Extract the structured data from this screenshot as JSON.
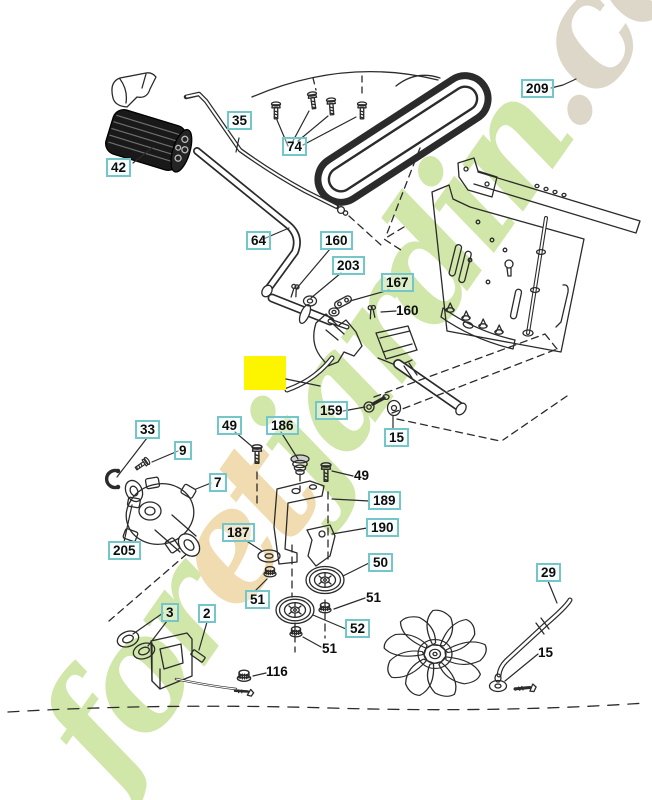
{
  "page": {
    "background": "#ffffff"
  },
  "watermark": {
    "text": "foretjardin.com",
    "segments": [
      {
        "text": "for",
        "color": "#cde4a0"
      },
      {
        "text": "et",
        "color": "#f0d8a8"
      },
      {
        "text": "jardin",
        "color": "#cde4a0"
      },
      {
        "text": ".com",
        "color": "#d9d3c3"
      }
    ]
  },
  "diagram": {
    "type": "exploded-parts-diagram",
    "highlight_color": "#fdf500",
    "label_box_border_color": "#74c6c9",
    "line_color": "#2b2b2b",
    "callouts": [
      {
        "text": "42",
        "boxed": true
      },
      {
        "text": "35",
        "boxed": true
      },
      {
        "text": "74",
        "boxed": true
      },
      {
        "text": "209",
        "boxed": true
      },
      {
        "text": "64",
        "boxed": true
      },
      {
        "text": "160",
        "boxed": true
      },
      {
        "text": "203",
        "boxed": true
      },
      {
        "text": "167",
        "boxed": true
      },
      {
        "text": "160",
        "boxed": false
      },
      {
        "text": "159",
        "boxed": true
      },
      {
        "text": "15",
        "boxed": true
      },
      {
        "text": "33",
        "boxed": true
      },
      {
        "text": "9",
        "boxed": true
      },
      {
        "text": "7",
        "boxed": true
      },
      {
        "text": "205",
        "boxed": true
      },
      {
        "text": "49",
        "boxed": true
      },
      {
        "text": "186",
        "boxed": true
      },
      {
        "text": "49",
        "boxed": false
      },
      {
        "text": "189",
        "boxed": true
      },
      {
        "text": "190",
        "boxed": true
      },
      {
        "text": "187",
        "boxed": true
      },
      {
        "text": "50",
        "boxed": true
      },
      {
        "text": "51",
        "boxed": true
      },
      {
        "text": "51",
        "boxed": false
      },
      {
        "text": "52",
        "boxed": true
      },
      {
        "text": "51",
        "boxed": false
      },
      {
        "text": "116",
        "boxed": false
      },
      {
        "text": "3",
        "boxed": true
      },
      {
        "text": "2",
        "boxed": true
      },
      {
        "text": "29",
        "boxed": true
      },
      {
        "text": "15",
        "boxed": false
      }
    ]
  }
}
